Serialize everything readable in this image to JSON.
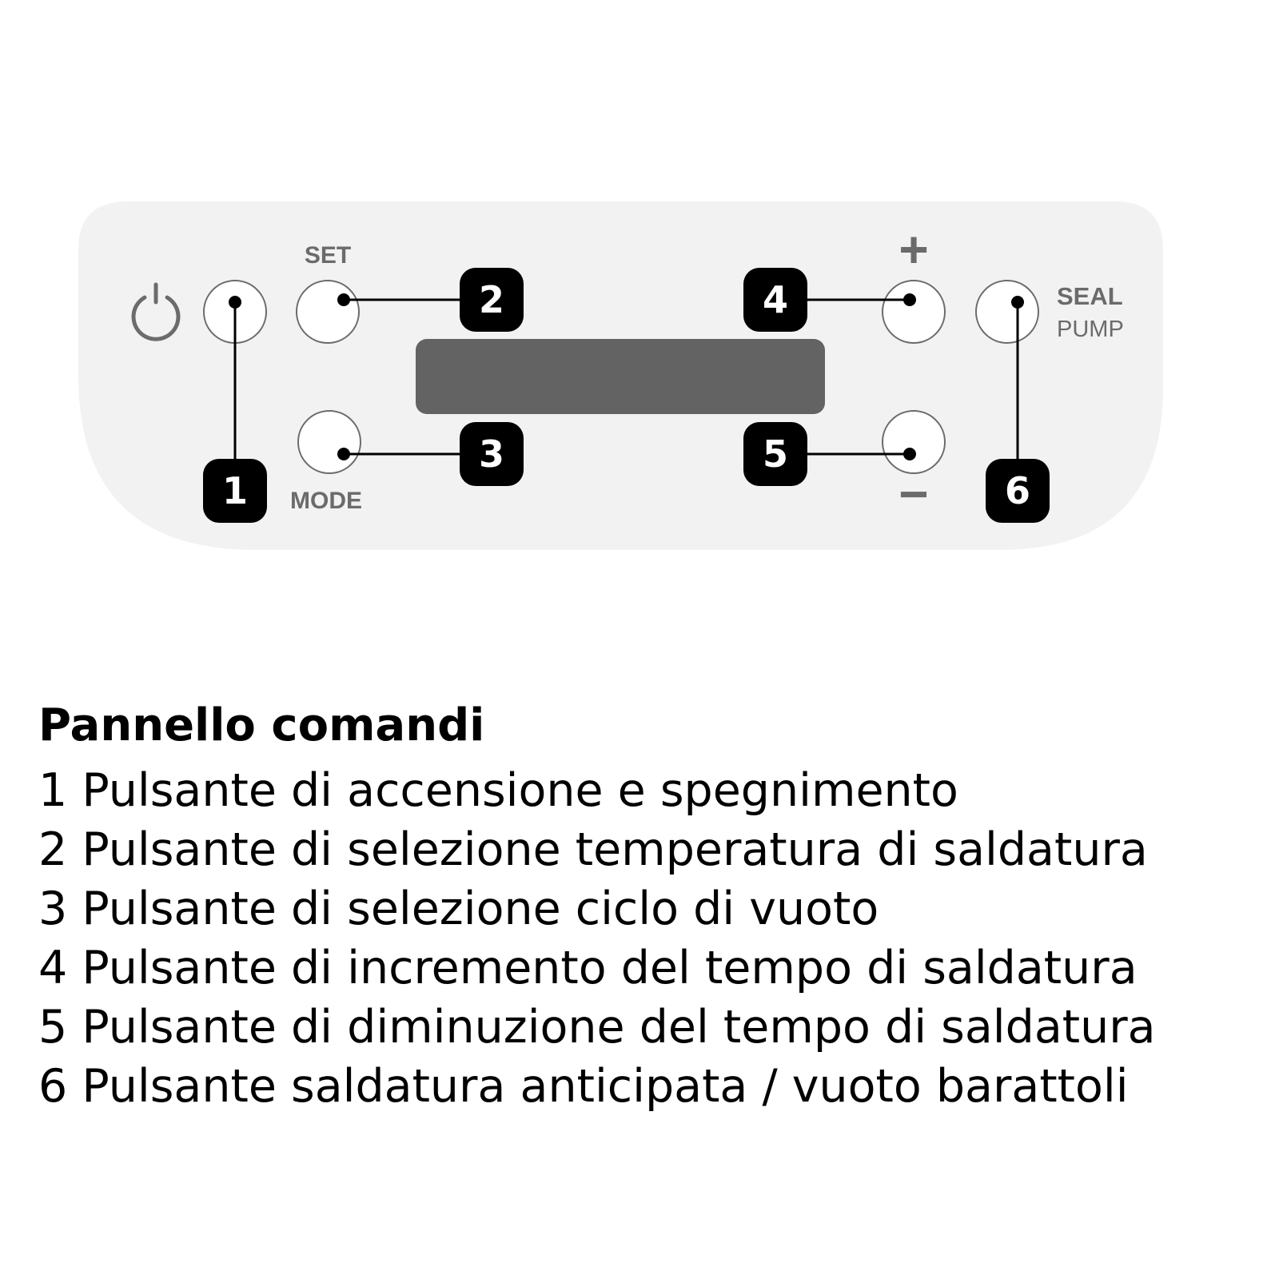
{
  "panel": {
    "labels": {
      "set": "SET",
      "mode": "MODE",
      "seal": "SEAL",
      "pump": "PUMP",
      "plus": "+",
      "minus": "−"
    },
    "icons": {
      "power": "power-icon"
    },
    "callouts": [
      "1",
      "2",
      "3",
      "4",
      "5",
      "6"
    ],
    "colors": {
      "panel_bg": "#f2f2f2",
      "display": "#636363",
      "callout_bg": "#000000",
      "label": "#6b6b6b"
    }
  },
  "legend": {
    "title": "Pannello comandi",
    "items": [
      "1 Pulsante di accensione e spegnimento",
      "2 Pulsante di selezione temperatura di saldatura",
      "3 Pulsante di selezione ciclo di vuoto",
      "4 Pulsante di incremento del tempo di saldatura",
      "5 Pulsante di diminuzione del tempo di saldatura",
      "6 Pulsante saldatura anticipata / vuoto barattoli"
    ]
  }
}
